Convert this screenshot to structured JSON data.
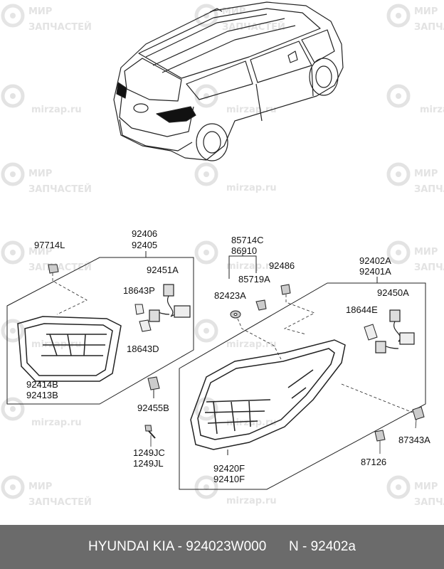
{
  "watermark": {
    "brand_line1": "МИР",
    "brand_line2": "ЗАПЧАСТЕЙ",
    "site": "mirzap.ru"
  },
  "parts": {
    "p97714L": "97714L",
    "p92406": "92406",
    "p92405": "92405",
    "p92451A": "92451A",
    "p18643P": "18643P",
    "p18643D": "18643D",
    "p92414B": "92414B",
    "p92413B": "92413B",
    "p92455B": "92455B",
    "p1249JC": "1249JC",
    "p1249JL": "1249JL",
    "p85714C": "85714C",
    "p86910": "86910",
    "p85719A": "85719A",
    "p82423A": "82423A",
    "p92486": "92486",
    "p92402A": "92402A",
    "p92401A": "92401A",
    "p92450A": "92450A",
    "p18644E": "18644E",
    "p87343A": "87343A",
    "p87126": "87126",
    "p92420F": "92420F",
    "p92410F": "92410F"
  },
  "footer": {
    "brand_part": "HYUNDAI KIA - 924023W000",
    "ref": "N - 92402a"
  }
}
